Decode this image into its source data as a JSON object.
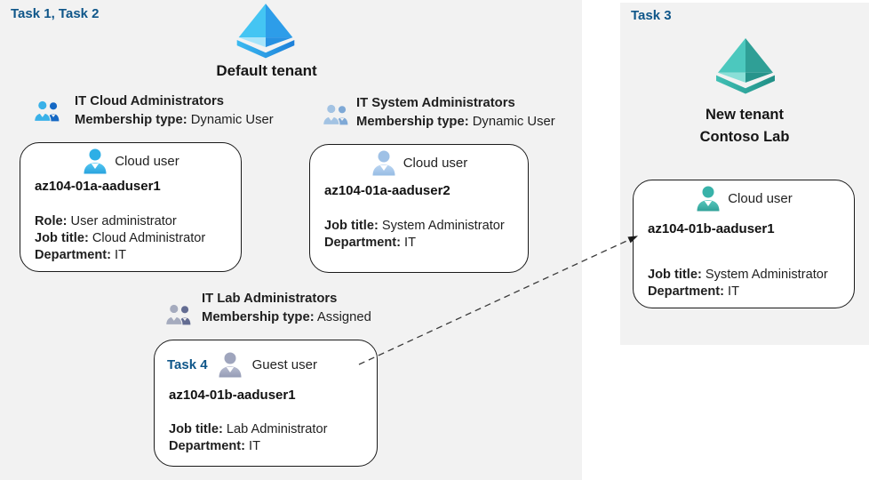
{
  "tasks": {
    "left_label": "Task 1, Task 2",
    "right_label": "Task 3",
    "guest_label": "Task 4"
  },
  "default_tenant": {
    "name": "Default tenant"
  },
  "new_tenant": {
    "name_line1": "New tenant",
    "name_line2": "Contoso Lab"
  },
  "group_cloud": {
    "title": "IT Cloud Administrators",
    "membership_label": "Membership type:",
    "membership_value": "Dynamic User"
  },
  "group_system": {
    "title": "IT System Administrators",
    "membership_label": "Membership type:",
    "membership_value": "Dynamic User"
  },
  "group_lab": {
    "title": "IT Lab Administrators",
    "membership_label": "Membership type:",
    "membership_value": "Assigned"
  },
  "user_cloud1": {
    "type": "Cloud user",
    "name": "az104-01a-aaduser1",
    "role_label": "Role:",
    "role_value": "User administrator",
    "job_label": "Job title:",
    "job_value": "Cloud Administrator",
    "dept_label": "Department:",
    "dept_value": "IT"
  },
  "user_cloud2": {
    "type": "Cloud user",
    "name": "az104-01a-aaduser2",
    "job_label": "Job title:",
    "job_value": "System Administrator",
    "dept_label": "Department:",
    "dept_value": "IT"
  },
  "user_guest": {
    "type": "Guest user",
    "name": "az104-01b-aaduser1",
    "job_label": "Job title:",
    "job_value": "Lab Administrator",
    "dept_label": "Department:",
    "dept_value": "IT"
  },
  "user_new_tenant": {
    "type": "Cloud user",
    "name": "az104-01b-aaduser1",
    "job_label": "Job title:",
    "job_value": "System Administrator",
    "dept_label": "Department:",
    "dept_value": "IT"
  },
  "colors": {
    "panel_bg": "#f2f2f2",
    "task_label": "#0f5689",
    "box_border": "#1a1a1a",
    "text": "#1f1f1f",
    "arrow": "#3a3a3a",
    "tenant_blue": {
      "top_left": "#44c5f3",
      "top_right": "#2d9de9",
      "bottom_left": "#a6e4fa",
      "bottom_right": "#2791e2",
      "base_from": "#3cbaf0",
      "base_to": "#1c7fd9"
    },
    "tenant_teal": {
      "top_left": "#4cc8be",
      "top_right": "#2f9f96",
      "bottom_left": "#8adfd7",
      "bottom_right": "#27948b",
      "base_from": "#41c0b5",
      "base_to": "#1f8e85"
    },
    "cloud_user_icon": "#2eafe6",
    "system_user_icon": "#9fc1e6",
    "guest_user_icon": "#9fa5bd",
    "teal_user_icon": "#38b2a9",
    "group_cloud_front": "#3ab1e8",
    "group_cloud_back": "#1568c4",
    "group_system_front": "#a3c3e3",
    "group_system_back": "#7fa9d6",
    "group_lab_front": "#a5abbe",
    "group_lab_back": "#636c92"
  }
}
